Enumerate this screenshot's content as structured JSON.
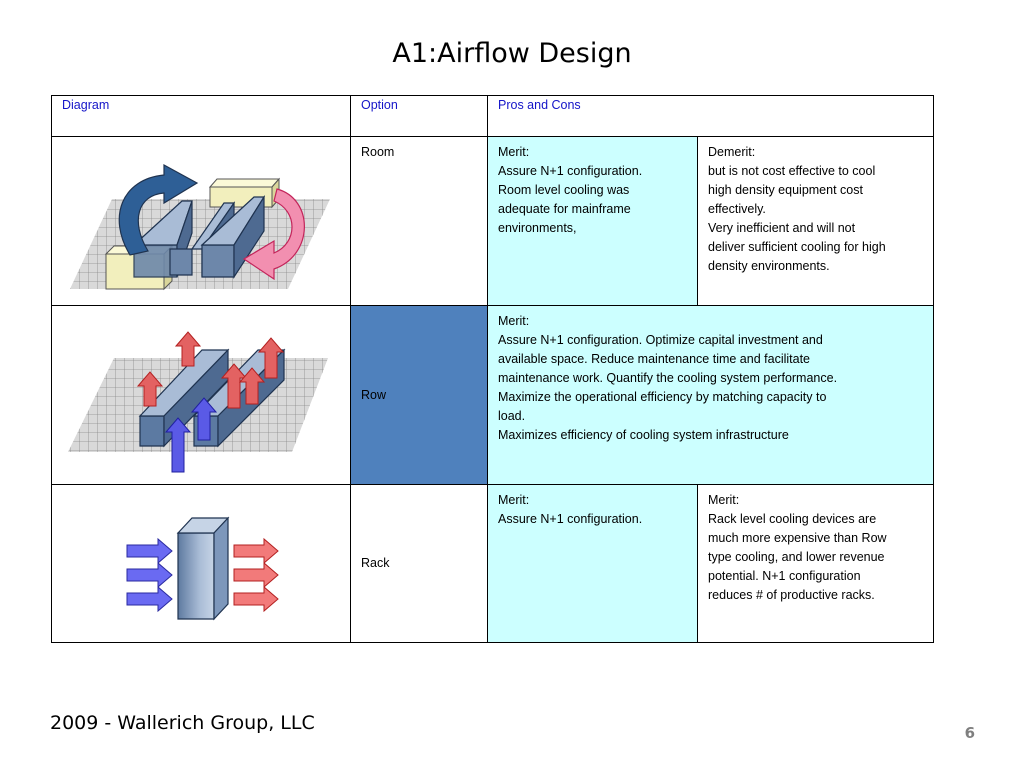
{
  "slide": {
    "title": "A1:Airflow Design",
    "footer": "2009 - Wallerich Group, LLC",
    "page_number": "6"
  },
  "table": {
    "headers": {
      "diagram": "Diagram",
      "option": "Option",
      "pros_cons": "Pros and Cons"
    },
    "rows": [
      {
        "option": "Room",
        "diagram_icon": "room-cooling-diagram-icon",
        "merit_title": "Merit:",
        "merit_lines": [
          "Assure N+1 configuration.",
          "Room level cooling was",
          "adequate for mainframe",
          "environments,"
        ],
        "demerit_title": "Demerit:",
        "demerit_lines": [
          "but is not cost effective to cool",
          "high density equipment cost",
          "effectively.",
          "Very inefficient and will not",
          "deliver sufficient cooling for high",
          "density environments."
        ]
      },
      {
        "option": "Row",
        "diagram_icon": "row-cooling-diagram-icon",
        "merit_title": "Merit:",
        "merit_lines": [
          "Assure N+1 configuration. Optimize capital investment and",
          "available space. Reduce maintenance time and facilitate",
          "maintenance work. Quantify the cooling system performance.",
          "Maximize the operational efficiency by matching capacity to",
          "load.",
          "Maximizes efficiency of cooling system infrastructure"
        ]
      },
      {
        "option": "Rack",
        "diagram_icon": "rack-cooling-diagram-icon",
        "merit_title": "Merit:",
        "merit_lines": [
          "Assure N+1 configuration."
        ],
        "merit2_title": "Merit:",
        "merit2_lines": [
          "Rack level cooling devices are",
          "much more expensive than Row",
          "type cooling, and lower revenue",
          "potential. N+1 configuration",
          "reduces # of  productive racks."
        ]
      }
    ]
  },
  "colors": {
    "header_text": "#1414c8",
    "cyan_cell": "#ccffff",
    "row_option_fill": "#4f81bd",
    "page_number": "#7f7f7f"
  }
}
